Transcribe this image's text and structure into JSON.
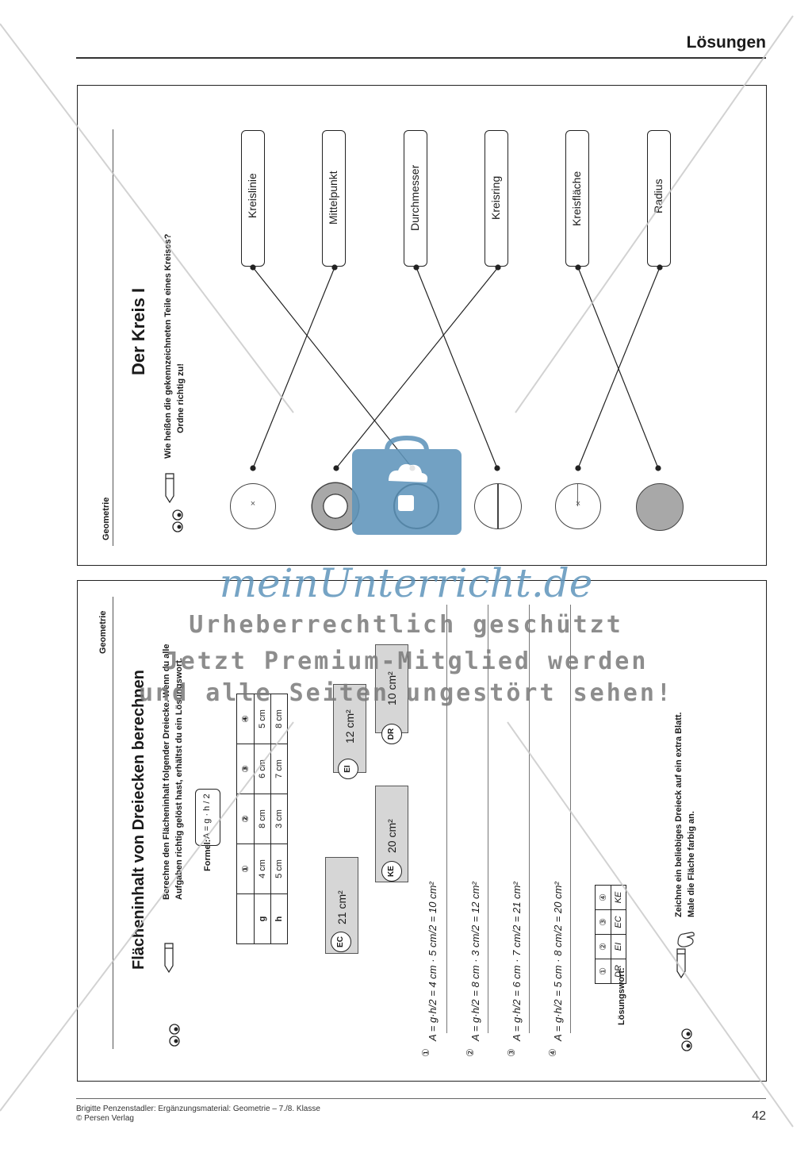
{
  "header": {
    "title": "Lösungen"
  },
  "top_worksheet": {
    "subject": "Geometrie",
    "title": "Der Kreis I",
    "instruction_line1": "Wie heißen die gekennzeichneten Teile eines Kreises?",
    "instruction_line2": "Ordne richtig zu!",
    "labels": [
      "Kreislinie",
      "Mittelpunkt",
      "Durchmesser",
      "Kreisring",
      "Kreisfläche",
      "Radius"
    ],
    "circle_icons": [
      "circle-center-cross",
      "circle-ring",
      "circle-outline",
      "circle-diameter",
      "circle-radius",
      "circle-filled"
    ],
    "accent_fill": "#a8a8a8"
  },
  "bottom_worksheet": {
    "subject": "Geometrie",
    "title": "Flächeninhalt von Dreiecken berechnen",
    "instruction_line1": "Berechne den Flächeninhalt folgender Dreiecke. Wenn du alle",
    "instruction_line2": "Aufgaben richtig gelöst hast, erhältst du ein Lösungswort.",
    "formula_label": "Formel:",
    "formula": "A = g · h / 2",
    "table": {
      "headers": [
        "",
        "①",
        "②",
        "③",
        "④"
      ],
      "rows": [
        [
          "g",
          "4 cm",
          "8 cm",
          "6 cm",
          "5 cm"
        ],
        [
          "h",
          "5 cm",
          "3 cm",
          "7 cm",
          "8 cm"
        ]
      ]
    },
    "tags": [
      {
        "code": "EC",
        "value": "21 cm²"
      },
      {
        "code": "KE",
        "value": "20 cm²"
      },
      {
        "code": "EI",
        "value": "12 cm²"
      },
      {
        "code": "DR",
        "value": "10 cm²"
      }
    ],
    "solutions": [
      {
        "num": "①",
        "text": "A = g·h/2 = 4 cm · 5 cm/2 = 10 cm²"
      },
      {
        "num": "②",
        "text": "A = g·h/2 = 8 cm · 3 cm/2 = 12 cm²"
      },
      {
        "num": "③",
        "text": "A = g·h/2 = 6 cm · 7 cm/2 = 21 cm²"
      },
      {
        "num": "④",
        "text": "A = g·h/2 = 5 cm · 8 cm/2 = 20 cm²"
      }
    ],
    "solution_word_label": "Lösungswort:",
    "solution_word_table": {
      "headers": [
        "①",
        "②",
        "③",
        "④"
      ],
      "values": [
        "DR",
        "EI",
        "EC",
        "KE"
      ]
    },
    "extra_line1": "Zeichne ein beliebiges Dreieck auf ein extra Blatt.",
    "extra_line2": "Male die Fläche farbig an."
  },
  "watermark": {
    "logo": "meinUnterricht.de",
    "line1": "Urheberrechtlich geschützt",
    "line2": "Jetzt Premium-Mitglied werden",
    "line3": "und alle Seiten ungestört sehen!",
    "brand_color": "#5f95bb"
  },
  "footer": {
    "line1": "Brigitte Penzenstadler: Ergänzungsmaterial: Geometrie – 7./8. Klasse",
    "line2": "© Persen Verlag",
    "page": "42"
  }
}
